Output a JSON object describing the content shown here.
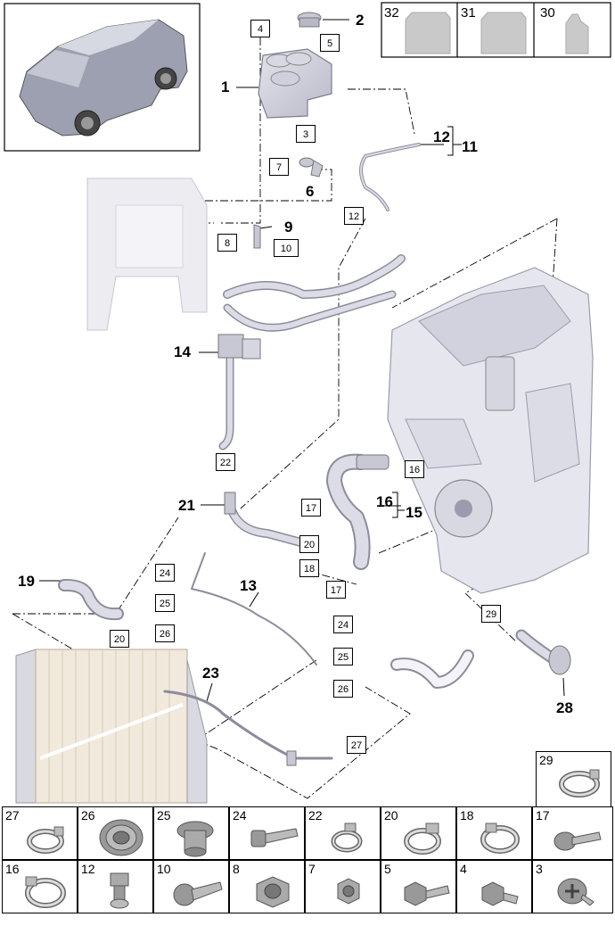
{
  "callouts": {
    "c1": "1",
    "c2": "2",
    "c3": "3",
    "c4": "4",
    "c5": "5",
    "c6": "6",
    "c7": "7",
    "c8": "8",
    "c9": "9",
    "c10": "10",
    "c11": "11",
    "c12a": "12",
    "c12b": "12",
    "c13": "13",
    "c14": "14",
    "c15": "15",
    "c16a": "16",
    "c16b": "16",
    "c17a": "17",
    "c17b": "17",
    "c18": "18",
    "c19": "19",
    "c20a": "20",
    "c20b": "20",
    "c21": "21",
    "c22": "22",
    "c23": "23",
    "c24a": "24",
    "c25a": "25",
    "c26a": "26",
    "c24b": "24",
    "c25b": "25",
    "c26b": "26",
    "c27": "27",
    "c28": "28",
    "c29": "29"
  },
  "fluids": [
    {
      "number": "32",
      "icon": "jerrycan-icon"
    },
    {
      "number": "31",
      "icon": "jerrycan-icon"
    },
    {
      "number": "30",
      "icon": "bottle-icon"
    }
  ],
  "parts_grid": {
    "corner": {
      "number": "29",
      "icon": "hose-clamp-icon"
    },
    "row1": [
      {
        "number": "27",
        "icon": "hose-clamp-icon"
      },
      {
        "number": "26",
        "icon": "grommet-icon"
      },
      {
        "number": "25",
        "icon": "nut-insert-icon"
      },
      {
        "number": "24",
        "icon": "bolt-icon"
      },
      {
        "number": "22",
        "icon": "hose-clamp-icon"
      },
      {
        "number": "20",
        "icon": "hose-clamp-icon"
      },
      {
        "number": "18",
        "icon": "hose-clamp-icon"
      },
      {
        "number": "17",
        "icon": "screw-icon"
      }
    ],
    "row2": [
      {
        "number": "16",
        "icon": "hose-clamp-icon"
      },
      {
        "number": "12",
        "icon": "clip-icon"
      },
      {
        "number": "10",
        "icon": "bolt-icon"
      },
      {
        "number": "8",
        "icon": "hex-nut-icon"
      },
      {
        "number": "7",
        "icon": "hex-nut-icon"
      },
      {
        "number": "5",
        "icon": "bolt-icon"
      },
      {
        "number": "4",
        "icon": "bolt-icon"
      },
      {
        "number": "3",
        "icon": "screw-icon"
      }
    ]
  }
}
